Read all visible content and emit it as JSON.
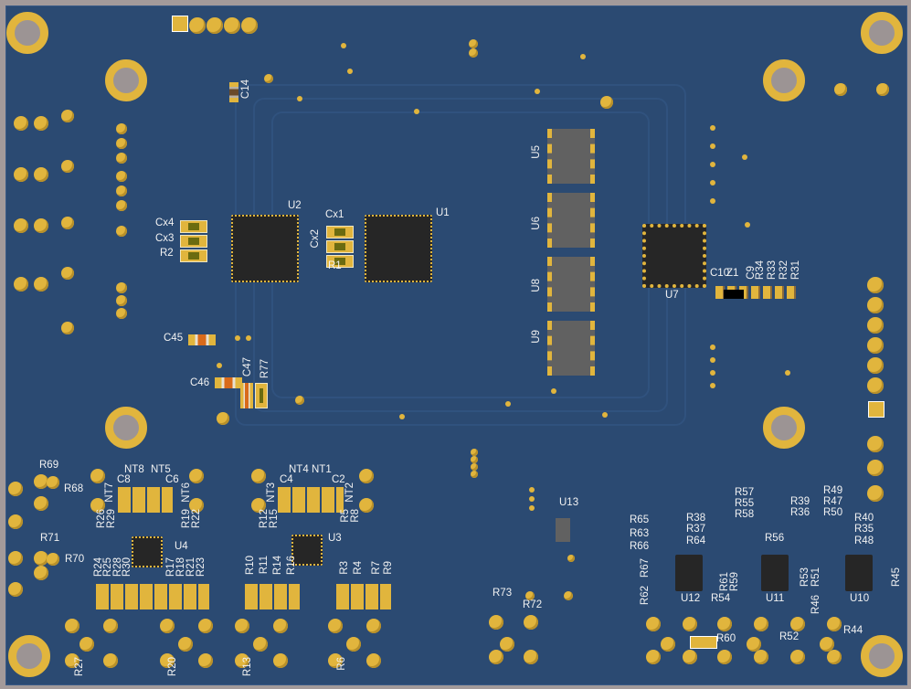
{
  "board": {
    "title": "PCB 3D view",
    "colors": {
      "soldermask": "#2b4a72",
      "copper": "#e1b53d",
      "frame": "#a39a9a",
      "silkscreen": "#f2f2f2"
    }
  },
  "silk": {
    "C14": "C14",
    "U2": "U2",
    "U1": "U1",
    "Cx4": "Cx4",
    "Cx3": "Cx3",
    "R2": "R2",
    "Cx1": "Cx1",
    "Cx2": "Cx2",
    "R1": "R1",
    "C45": "C45",
    "C46": "C46",
    "C47": "C47",
    "R77": "R77",
    "U5": "U5",
    "U6": "U6",
    "U8": "U8",
    "U9": "U9",
    "U7": "U7",
    "C10": "C10",
    "Z1": "Z1",
    "C9": "C9",
    "R34": "R34",
    "R33": "R33",
    "R32": "R32",
    "R31": "R31",
    "R69": "R69",
    "R68": "R68",
    "R71": "R71",
    "R70": "R70",
    "NT8": "NT8",
    "NT5": "NT5",
    "C8": "C8",
    "C6": "C6",
    "NT7": "NT7",
    "NT6": "NT6",
    "R26": "R26",
    "R29": "R29",
    "R19": "R19",
    "R22": "R22",
    "U4": "U4",
    "R24": "R24",
    "R25": "R25",
    "R28": "R28",
    "R30": "R30",
    "R17": "R17",
    "R18": "R18",
    "R21": "R21",
    "R23": "R23",
    "R27": "R27",
    "R20": "R20",
    "NT4": "NT4",
    "NT1": "NT1",
    "C4": "C4",
    "C2": "C2",
    "NT3": "NT3",
    "NT2": "NT2",
    "R12": "R12",
    "R15": "R15",
    "R5": "R5",
    "R8": "R8",
    "U3": "U3",
    "R10": "R10",
    "R11": "R11",
    "R14": "R14",
    "R16": "R16",
    "R3": "R3",
    "R4": "R4",
    "R7": "R7",
    "R9": "R9",
    "R13": "R13",
    "R6": "R6",
    "U13": "U13",
    "R73": "R73",
    "R72": "R72",
    "R65": "R65",
    "R63": "R63",
    "R66": "R66",
    "R67": "R67",
    "R62": "R62",
    "R38": "R38",
    "R37": "R37",
    "R64": "R64",
    "R57": "R57",
    "R55": "R55",
    "R58": "R58",
    "R56": "R56",
    "R39": "R39",
    "R36": "R36",
    "R49": "R49",
    "R47": "R47",
    "R50": "R50",
    "R40": "R40",
    "R35": "R35",
    "R48": "R48",
    "R61": "R61",
    "R59": "R59",
    "R53": "R53",
    "R51": "R51",
    "R46": "R46",
    "R45": "R45",
    "U12": "U12",
    "R54": "R54",
    "U11": "U11",
    "U10": "U10",
    "R60": "R60",
    "R52": "R52",
    "R44": "R44"
  }
}
